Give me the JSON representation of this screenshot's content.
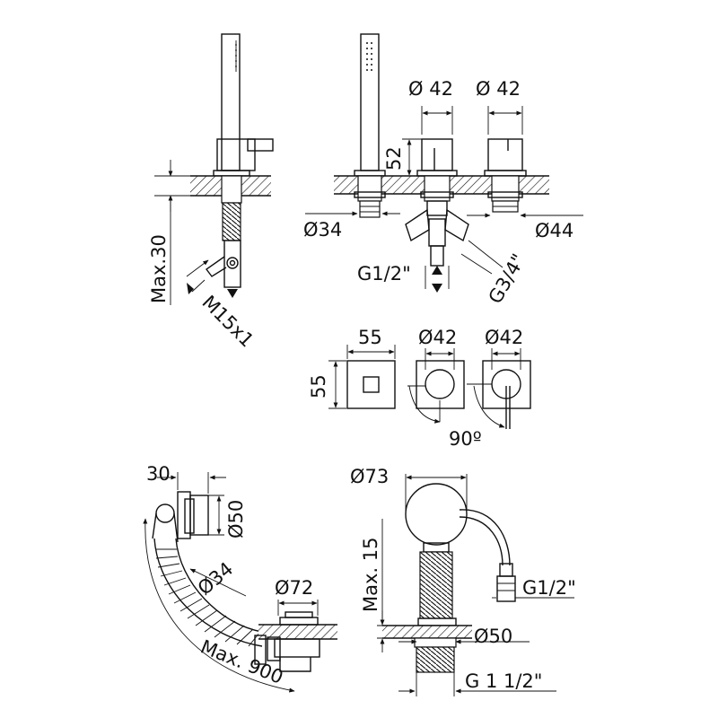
{
  "labels": {
    "max30": "Max.30",
    "m15x1": "M15x1",
    "d42_a": "Ø 42",
    "d42_b": "Ø 42",
    "h52": "52",
    "d34_top": "Ø34",
    "d44": "Ø44",
    "g12_top": "G1/2\"",
    "g34": "G3/4\"",
    "w55": "55",
    "h55": "55",
    "d42_c": "Ø42",
    "d42_d": "Ø42",
    "deg90": "90º",
    "w30": "30",
    "d50_side": "Ø50",
    "d34_hose": "Ø34",
    "d72": "Ø72",
    "max900": "Max. 900",
    "d73": "Ø73",
    "max15": "Max. 15",
    "g12_bottom": "G1/2\"",
    "d50_bottom": "Ø50",
    "g112": "G 1 1/2\""
  }
}
